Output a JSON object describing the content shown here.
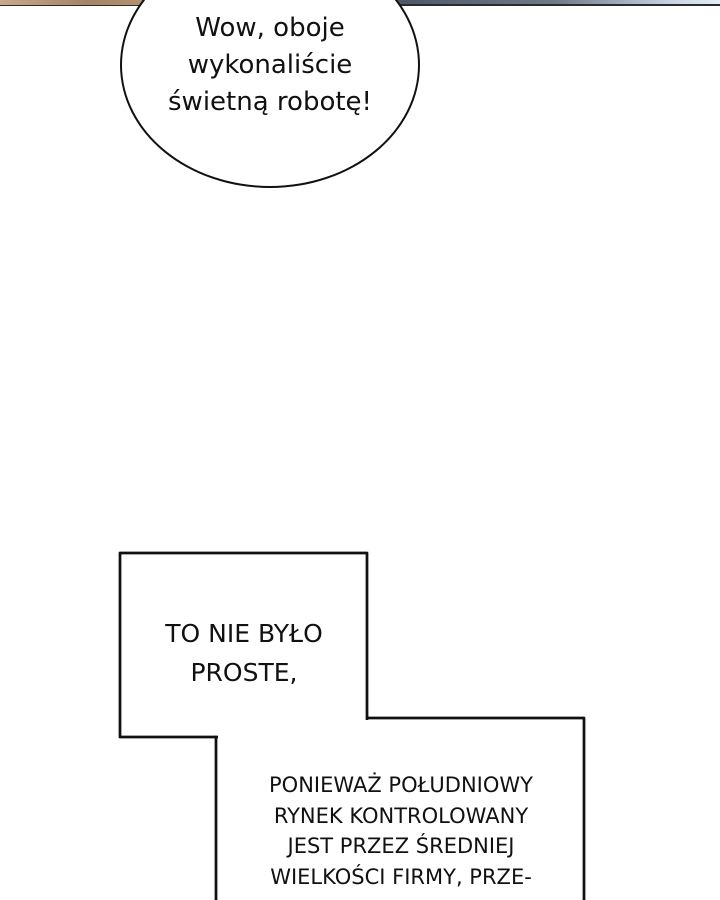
{
  "speech_bubble": {
    "lines": [
      "Wow, oboje",
      "wykonaliście",
      "świetną robotę!"
    ]
  },
  "narration_top": {
    "lines": [
      "TO NIE BYŁO",
      "PROSTE,"
    ]
  },
  "narration_bottom": {
    "lines": [
      "PONIEWAŻ POŁUDNIOWY",
      "RYNEK KONTROLOWANY",
      "JEST PRZEZ ŚREDNIEJ",
      "WIELKOŚCI FIRMY, PRZE-"
    ]
  }
}
